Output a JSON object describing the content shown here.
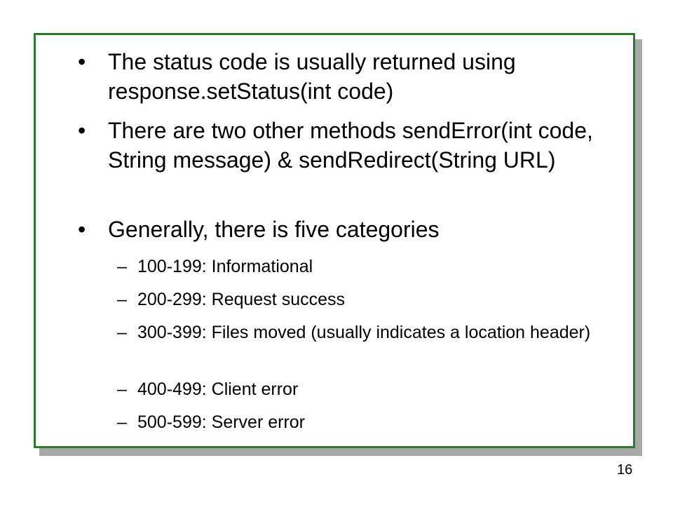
{
  "slide": {
    "bullet_symbol": "•",
    "sub_symbol": "–",
    "bullets": [
      {
        "text": "The status code is usually returned using response.setStatus(int code)"
      },
      {
        "text": "There are two other methods sendError(int code, String message) & sendRedirect(String URL)"
      },
      {
        "text": "Generally, there is five categories"
      }
    ],
    "categories": [
      {
        "text": "100-199: Informational"
      },
      {
        "text": "200-299: Request success"
      },
      {
        "text": "300-399: Files moved (usually indicates a location header)"
      },
      {
        "text": "400-499: Client error"
      },
      {
        "text": "500-599: Server error"
      }
    ],
    "page_number": "16"
  },
  "colors": {
    "border": "#2f7a2f",
    "shadow": "#a8a8a8",
    "text": "#000000",
    "background": "#ffffff"
  }
}
